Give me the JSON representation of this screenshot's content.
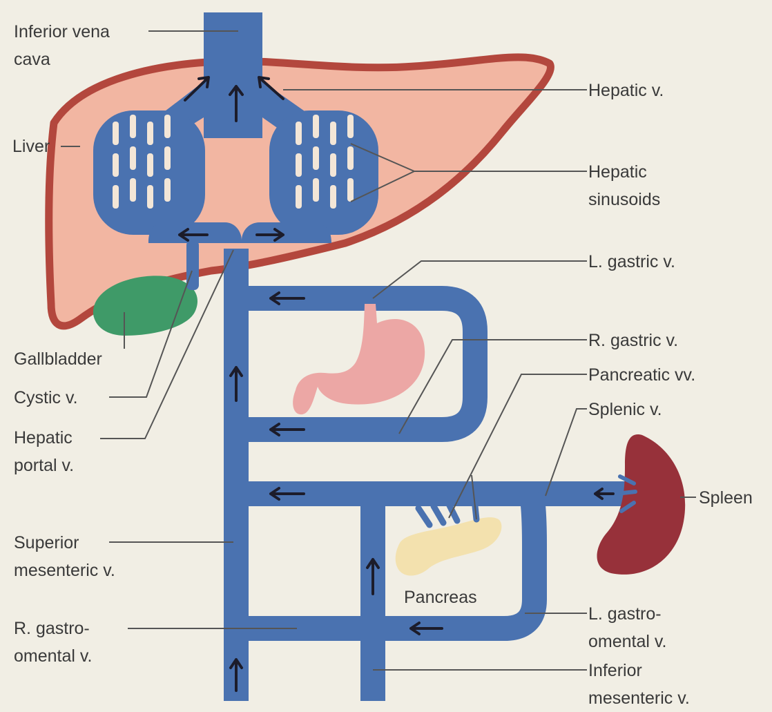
{
  "labels": {
    "inferior_vena_cava": [
      "Inferior vena",
      "cava"
    ],
    "liver": "Liver",
    "gallbladder": "Gallbladder",
    "cystic_v": "Cystic v.",
    "hepatic_portal_v": [
      "Hepatic",
      "portal v."
    ],
    "superior_mesenteric_v": [
      "Superior",
      "mesenteric v."
    ],
    "r_gastroomental_v": [
      "R. gastro-",
      "omental v."
    ],
    "hepatic_v": "Hepatic v.",
    "hepatic_sinusoids": [
      "Hepatic",
      "sinusoids"
    ],
    "l_gastric_v": "L. gastric v.",
    "r_gastric_v": "R. gastric v.",
    "pancreatic_vv": "Pancreatic vv.",
    "splenic_v": "Splenic v.",
    "spleen": "Spleen",
    "pancreas": "Pancreas",
    "l_gastroomental_v": [
      "L. gastro-",
      "omental v."
    ],
    "inferior_mesenteric_v": [
      "Inferior",
      "mesenteric v."
    ]
  },
  "colors": {
    "background": "#f1eee4",
    "vein": "#4a72b0",
    "vein_dark": "#3a5d96",
    "liver_fill": "#f2b6a2",
    "liver_outline": "#b3473d",
    "gallbladder": "#3f9a68",
    "stomach": "#eca7a5",
    "spleen": "#97313a",
    "pancreas": "#f3e1ae",
    "arrow": "#1c1c2a",
    "leader_line": "#555555"
  }
}
